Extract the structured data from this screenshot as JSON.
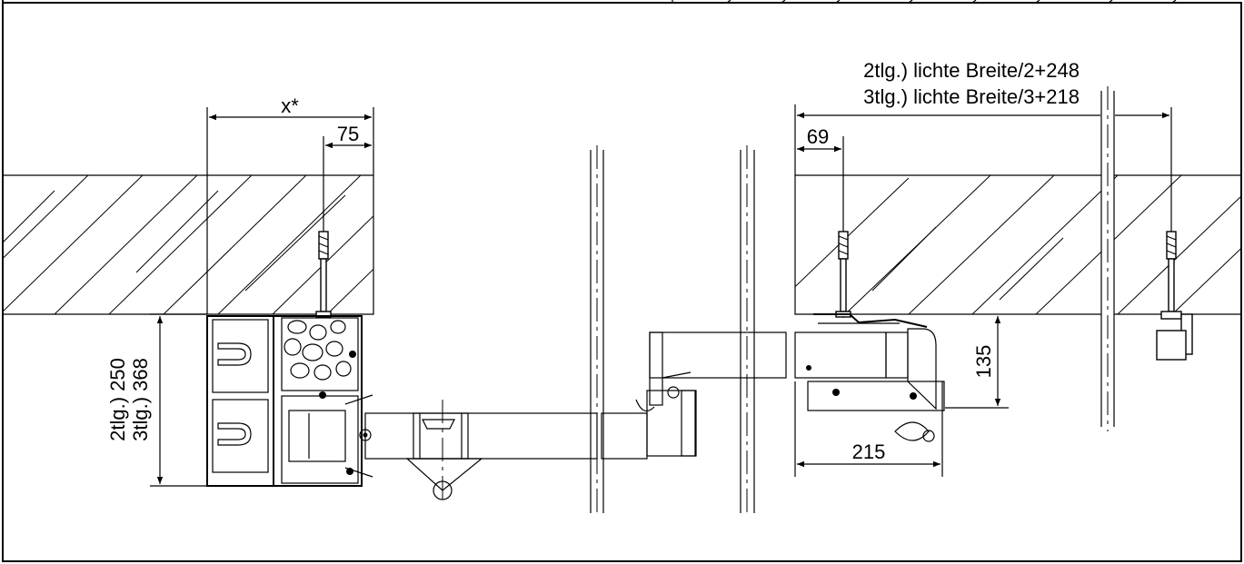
{
  "dimensions": {
    "x_star": "x*",
    "left_anchor_offset": "75",
    "right_anchor_offset": "69",
    "clear_width_2tlg": "2tlg.) lichte Breite/2+248",
    "clear_width_3tlg": "3tlg.) lichte Breite/3+218",
    "height_2tlg": "2tlg.) 250",
    "height_3tlg": "3tlg.) 368",
    "guide_height": "135",
    "guide_width": "215"
  }
}
